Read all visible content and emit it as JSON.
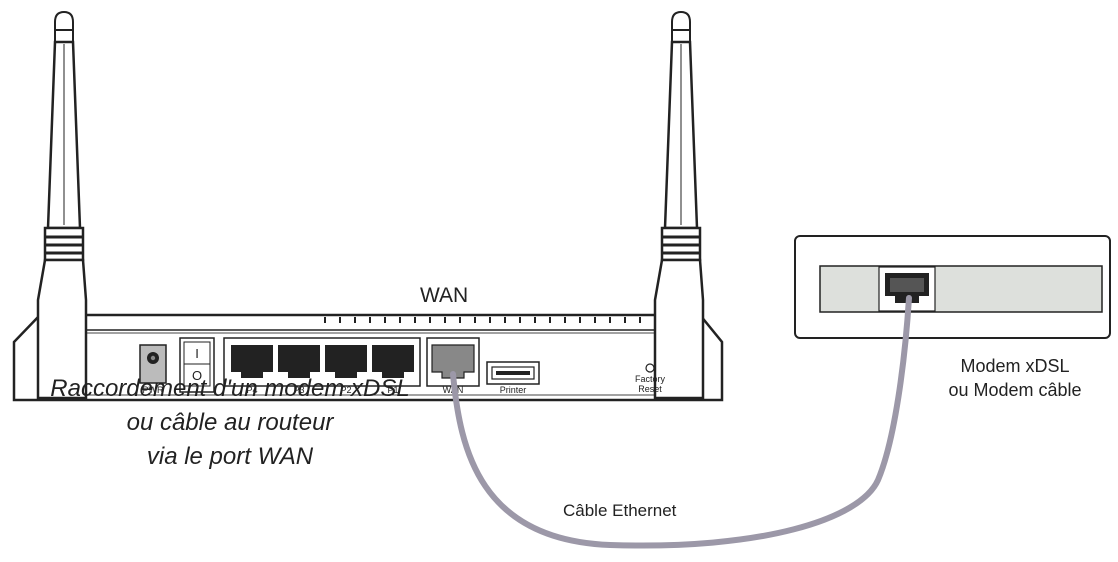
{
  "router": {
    "wan_title": "WAN",
    "ports": [
      {
        "label": "PWR"
      },
      {
        "label": "P4"
      },
      {
        "label": "P3"
      },
      {
        "label": "P2"
      },
      {
        "label": "P1"
      },
      {
        "label": "WAN"
      },
      {
        "label": "Printer"
      }
    ],
    "switch_on": "I",
    "switch_off": "O",
    "reset_line1": "Factory",
    "reset_line2": "Reset"
  },
  "modem": {
    "line1": "Modem xDSL",
    "line2": "ou Modem câble"
  },
  "cable": {
    "label": "Câble Ethernet"
  },
  "caption": {
    "line1": "Raccordement d'un modem xDSL",
    "line2": "ou câble au routeur",
    "line3": "via le port WAN"
  }
}
